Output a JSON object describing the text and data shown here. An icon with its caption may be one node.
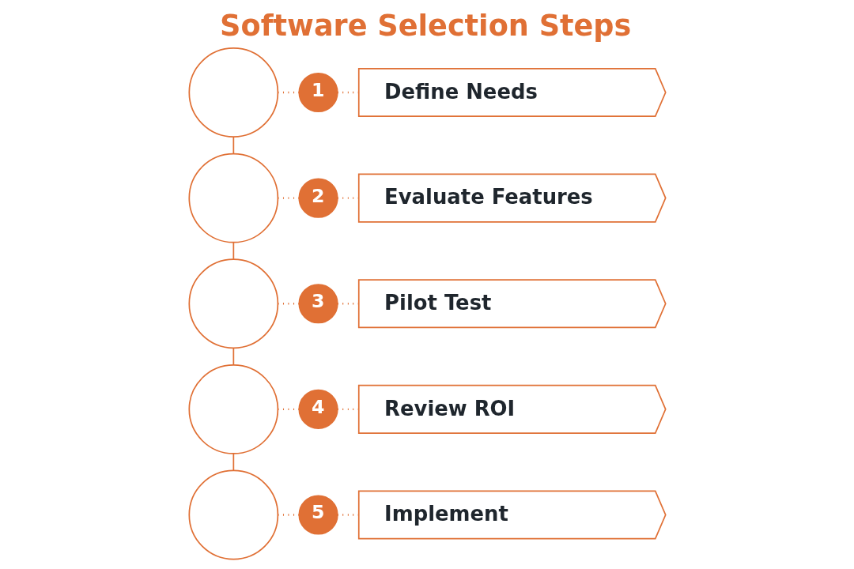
{
  "diagram": {
    "title": "Software Selection Steps",
    "nodes": [
      {
        "text": [],
        "shape": "circle"
      },
      {
        "text": [
          "1"
        ]
      },
      {
        "text": [
          "Define Needs"
        ]
      },
      {
        "text": [],
        "shape": "circle"
      },
      {
        "text": [
          "2"
        ]
      },
      {
        "text": [
          "Evaluate Features"
        ]
      },
      {
        "text": [],
        "shape": "circle"
      },
      {
        "text": [
          "3"
        ]
      },
      {
        "text": [
          "Pilot Test"
        ]
      },
      {
        "text": [],
        "shape": "circle"
      },
      {
        "text": [
          "4"
        ]
      },
      {
        "text": [
          "Review ROI"
        ]
      },
      {
        "text": [],
        "shape": "circle"
      },
      {
        "text": [
          "5"
        ]
      },
      {
        "text": [
          "Implement"
        ]
      }
    ],
    "edges": [
      {
        "from": 0,
        "to": 1,
        "arrow": "none",
        "style": "dashed"
      },
      {
        "from": 1,
        "to": 2,
        "arrow": "none",
        "style": "dashed"
      },
      {
        "from": 3,
        "to": 4,
        "arrow": "none",
        "style": "dashed"
      },
      {
        "from": 4,
        "to": 5,
        "arrow": "none",
        "style": "dashed"
      },
      {
        "from": 6,
        "to": 7,
        "arrow": "none",
        "style": "dashed"
      },
      {
        "from": 7,
        "to": 8,
        "arrow": "none",
        "style": "dashed"
      },
      {
        "from": 9,
        "to": 10,
        "arrow": "none",
        "style": "dashed"
      },
      {
        "from": 10,
        "to": 11,
        "arrow": "none",
        "style": "dashed"
      },
      {
        "from": 12,
        "to": 13,
        "arrow": "none",
        "style": "dashed"
      },
      {
        "from": 13,
        "to": 14,
        "arrow": "none",
        "style": "dashed"
      },
      {
        "from": 0,
        "to": 3,
        "arrow": "none"
      },
      {
        "from": 3,
        "to": 6,
        "arrow": "none"
      },
      {
        "from": 6,
        "to": 9,
        "arrow": "none"
      },
      {
        "from": 9,
        "to": 12,
        "arrow": "none"
      }
    ]
  }
}
